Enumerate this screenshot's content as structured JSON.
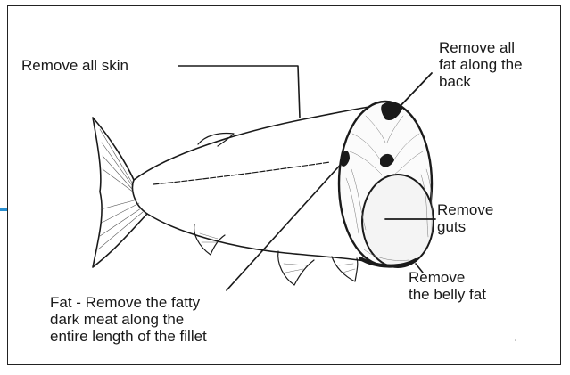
{
  "diagram": {
    "labels": {
      "skin": "Remove all skin",
      "back_fat": [
        "Remove all",
        "fat along the",
        "back"
      ],
      "guts": [
        "Remove",
        "guts"
      ],
      "belly_fat": [
        "Remove",
        "the belly fat"
      ],
      "fat_fillet": [
        "Fat - Remove the fatty",
        "dark meat along the",
        "entire length of the fillet"
      ]
    },
    "colors": {
      "line": "#1a1a1a",
      "accent": "#2a8fd0"
    }
  }
}
